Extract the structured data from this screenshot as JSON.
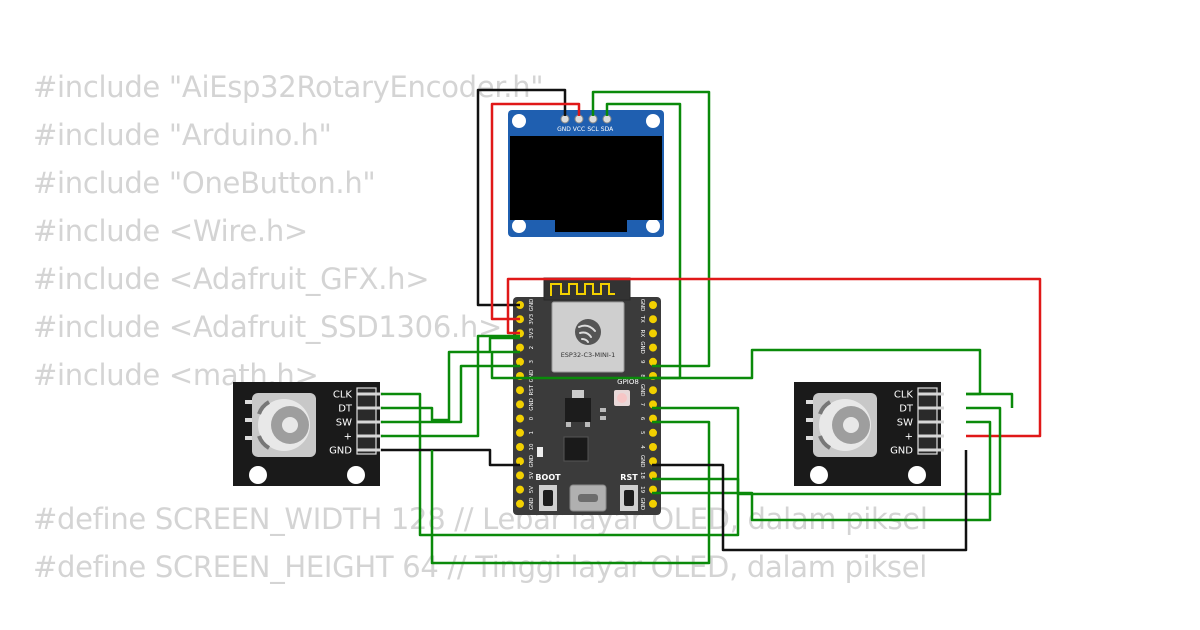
{
  "code": {
    "includes": [
      "#include \"AiEsp32RotaryEncoder.h\"",
      "#include \"Arduino.h\"",
      "#include \"OneButton.h\"",
      "#include <Wire.h>",
      "#include <Adafruit_GFX.h>",
      "#include <Adafruit_SSD1306.h>",
      "#include <math.h>"
    ],
    "defines": [
      "#define SCREEN_WIDTH 128 // Lebar layar OLED, dalam piksel",
      "#define SCREEN_HEIGHT 64 // Tinggi layar OLED, dalam piksel"
    ]
  },
  "oled": {
    "pins": [
      "GND",
      "VCC",
      "SCL",
      "SDA"
    ]
  },
  "esp32": {
    "module_label": "ESP32-C3-MINI-1",
    "gpio_label": "GPIO8",
    "boot_label": "BOOT",
    "rst_label": "RST",
    "left_pins": [
      "GND",
      "3V3",
      "3V3",
      "2",
      "3",
      "GND",
      "RST",
      "GND",
      "0",
      "1",
      "10",
      "GND",
      "5V",
      "5V",
      "GND"
    ],
    "right_pins": [
      "GND",
      "TX",
      "RX",
      "GND",
      "9",
      "8",
      "GND",
      "7",
      "6",
      "5",
      "4",
      "GND",
      "18",
      "19",
      "GND"
    ]
  },
  "encoder_left": {
    "pins": [
      "CLK",
      "DT",
      "SW",
      "+",
      "GND"
    ]
  },
  "encoder_right": {
    "pins": [
      "CLK",
      "DT",
      "SW",
      "+",
      "GND"
    ]
  },
  "colors": {
    "wire_green": "#0a8a0a",
    "wire_red": "#e01818",
    "wire_black": "#111111",
    "board": "#3b3b3b",
    "oled_pcb": "#1f5fb0",
    "pin_gold": "#f2d000",
    "code_text": "#d4d4d4"
  }
}
